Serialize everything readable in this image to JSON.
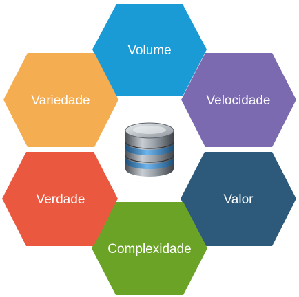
{
  "center_icon": "database-icon",
  "hexagons": [
    {
      "id": "volume",
      "label": "Volume",
      "color": "#1a9bd6"
    },
    {
      "id": "velocidade",
      "label": "Velocidade",
      "color": "#7b6aaf"
    },
    {
      "id": "valor",
      "label": "Valor",
      "color": "#2d5a7b"
    },
    {
      "id": "complexidade",
      "label": "Complexidade",
      "color": "#6aa326"
    },
    {
      "id": "verdade",
      "label": "Verdade",
      "color": "#e9583f"
    },
    {
      "id": "variedade",
      "label": "Variedade",
      "color": "#f5ad52"
    }
  ]
}
